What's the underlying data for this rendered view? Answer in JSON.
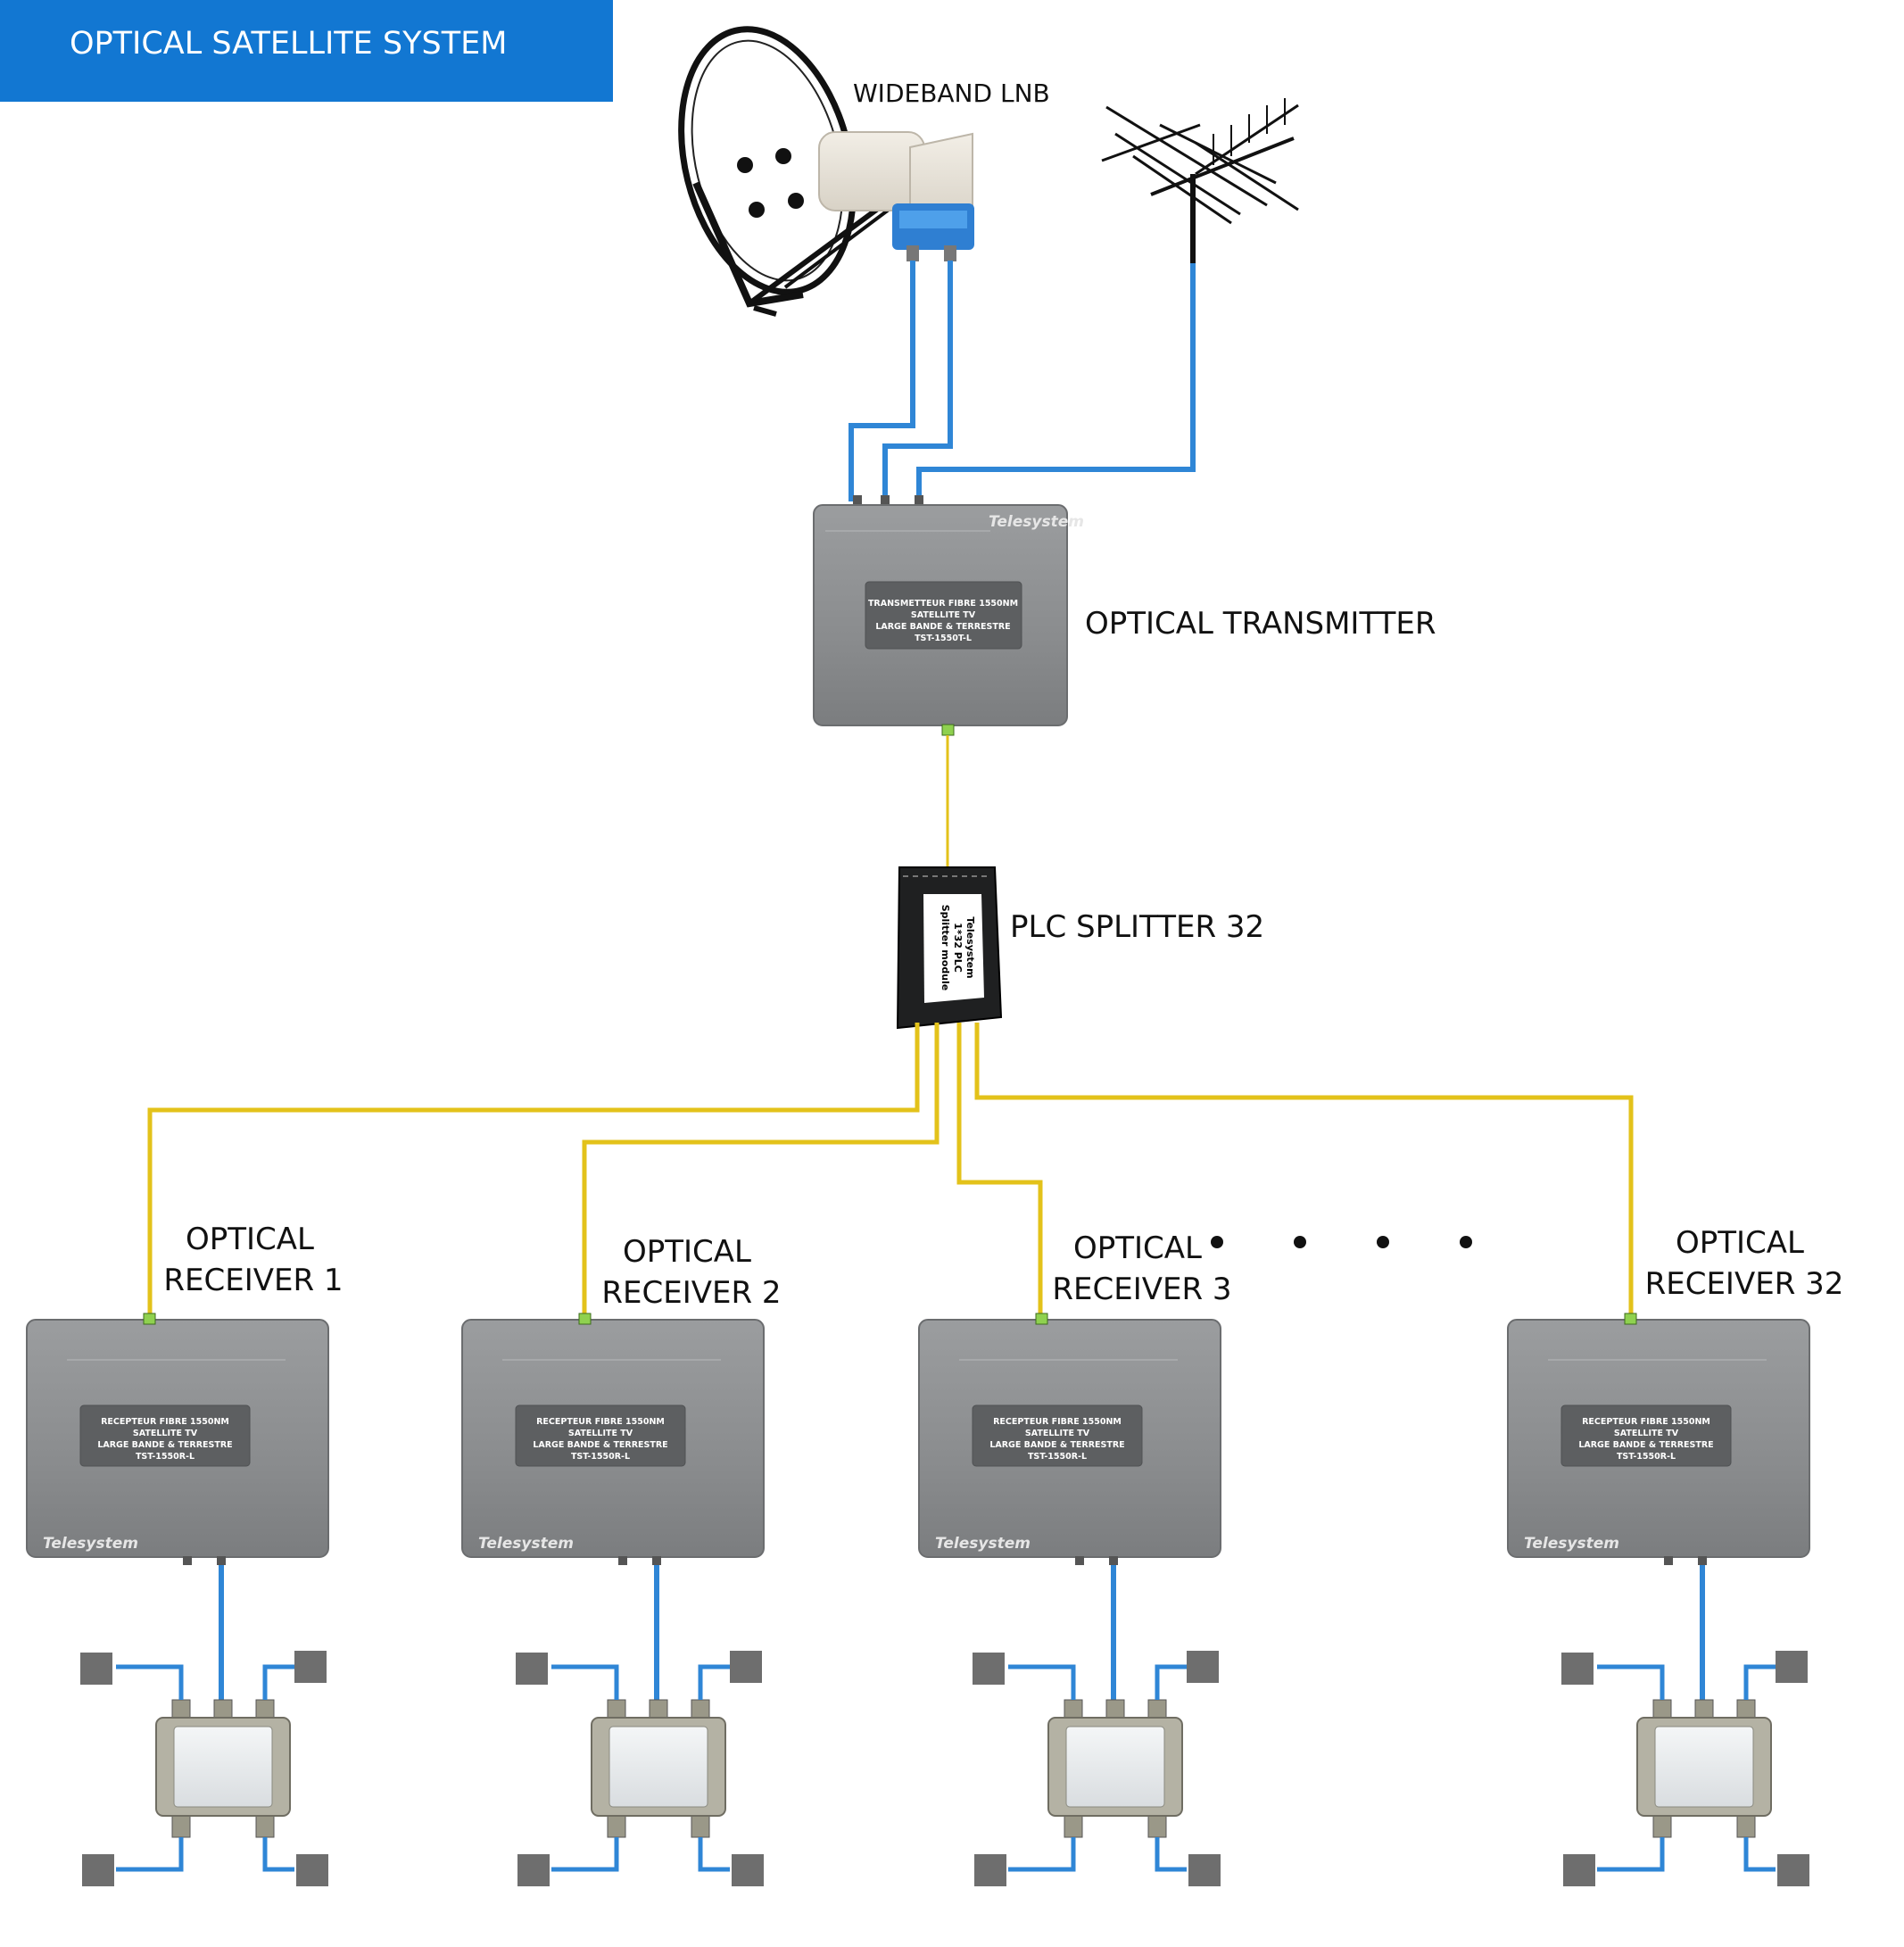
{
  "header": {
    "title": "OPTICAL SATELLITE SYSTEM",
    "bg_color": "#1277d2"
  },
  "labels": {
    "lnb": "WIDEBAND LNB",
    "transmitter": "OPTICAL TRANSMITTER",
    "splitter": "PLC SPLITTER 32"
  },
  "transmitter_panel": {
    "brand": "Telesystem",
    "lines": [
      "TRANSMETTEUR FIBRE 1550NM",
      "SATELLITE TV",
      "LARGE BANDE & TERRESTRE",
      "TST-1550T-L"
    ]
  },
  "splitter_panel": {
    "lines": [
      "Telesystem",
      "1*32 PLC",
      "Splitter module"
    ]
  },
  "receivers": [
    {
      "line1": "OPTICAL",
      "line2": "RECEIVER 1"
    },
    {
      "line1": "OPTICAL",
      "line2": "RECEIVER 2"
    },
    {
      "line1": "OPTICAL",
      "line2": "RECEIVER 3"
    },
    {
      "line1": "OPTICAL",
      "line2": "RECEIVER 32"
    }
  ],
  "receiver_panel": {
    "brand": "Telesystem",
    "lines": [
      "RECEPTEUR FIBRE 1550NM",
      "SATELLITE TV",
      "LARGE BANDE & TERRESTRE",
      "TST-1550R-L"
    ]
  },
  "colors": {
    "coax": "#2f86d6",
    "fiber": "#e3c21a",
    "device": "#8e9092",
    "outlet": "#6e6e6e"
  }
}
